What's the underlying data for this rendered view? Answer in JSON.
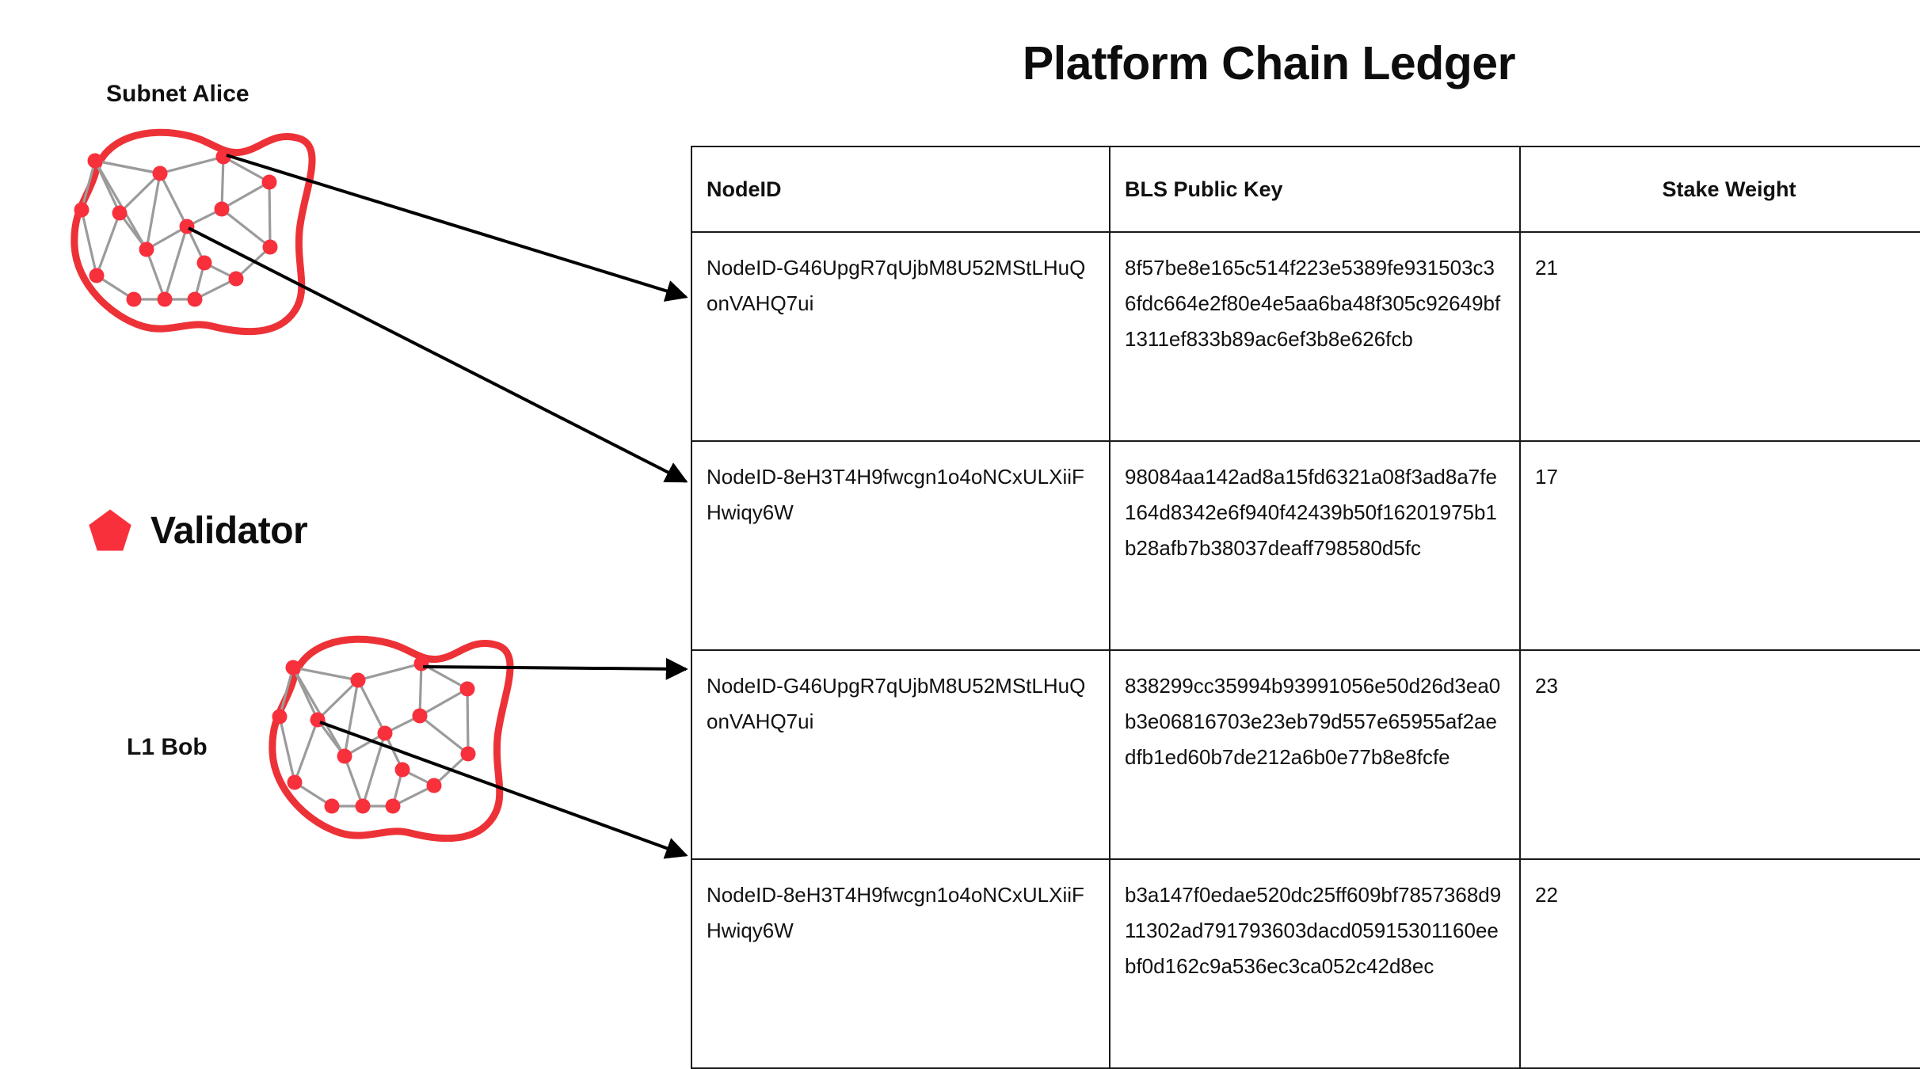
{
  "title": "Platform Chain Ledger",
  "diagram": {
    "subnet_alice_label": "Subnet Alice",
    "l1_bob_label": "L1 Bob",
    "legend": {
      "icon": "pentagon-icon",
      "label": "Validator"
    },
    "colors": {
      "validator_red": "#F8303C",
      "blob_outline_red": "#ED3237",
      "graph_edge_gray": "#9B9B9B",
      "arrow_black": "#000000"
    },
    "arrows": [
      {
        "from": "subnet-alice-node-top-right",
        "to": "row-1"
      },
      {
        "from": "subnet-alice-node-center",
        "to": "row-2"
      },
      {
        "from": "l1-bob-node-top-right",
        "to": "row-3"
      },
      {
        "from": "l1-bob-node-center-left",
        "to": "row-4"
      }
    ]
  },
  "table": {
    "headers": [
      "NodeID",
      "BLS Public Key",
      "Stake Weight"
    ],
    "rows": [
      {
        "nodeid": "NodeID-G46UpgR7qUjbM8U52MStLHuQonVAHQ7ui",
        "bls": "8f57be8e165c514f223e5389fe931503c36fdc664e2f80e4e5aa6ba48f305c92649bf1311ef833b89ac6ef3b8e626fcb",
        "stake": "21"
      },
      {
        "nodeid": "NodeID-8eH3T4H9fwcgn1o4oNCxULXiiFHwiqy6W",
        "bls": "98084aa142ad8a15fd6321a08f3ad8a7fe164d8342e6f940f42439b50f16201975b1b28afb7b38037deaff798580d5fc",
        "stake": "17"
      },
      {
        "nodeid": "NodeID-G46UpgR7qUjbM8U52MStLHuQonVAHQ7ui",
        "bls": "838299cc35994b93991056e50d26d3ea0b3e06816703e23eb79d557e65955af2aedfb1ed60b7de212a6b0e77b8e8fcfe",
        "stake": "23"
      },
      {
        "nodeid": "NodeID-8eH3T4H9fwcgn1o4oNCxULXiiFHwiqy6W",
        "bls": "b3a147f0edae520dc25ff609bf7857368d911302ad791793603dacd05915301160eebf0d162c9a536ec3ca052c42d8ec",
        "stake": "22"
      }
    ]
  }
}
